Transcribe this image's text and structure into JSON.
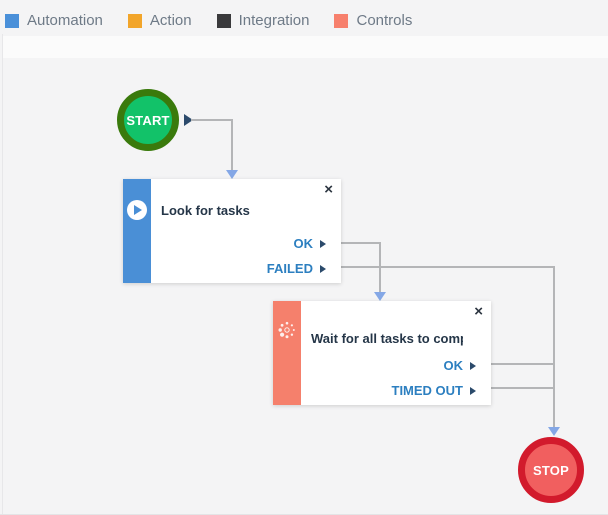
{
  "legend": {
    "items": [
      {
        "label": "Automation",
        "color": "#4a90d9"
      },
      {
        "label": "Action",
        "color": "#f2a52a"
      },
      {
        "label": "Integration",
        "color": "#3a3a3c"
      },
      {
        "label": "Controls",
        "color": "#f7806d"
      }
    ]
  },
  "flow": {
    "start": {
      "label": "START",
      "ring_color": "#3a7a0c",
      "fill_color": "#12c269"
    },
    "stop": {
      "label": "STOP",
      "ring_color": "#d21a2c",
      "fill_color": "#f15f5f"
    },
    "nodes": [
      {
        "title": "Look for tasks",
        "category": "Automation",
        "stripe_color": "#4a8fd6",
        "icon": "play-circle-icon",
        "close_label": "×",
        "outputs": [
          "OK",
          "FAILED"
        ]
      },
      {
        "title": "Wait for all tasks to compl...",
        "category": "Controls",
        "stripe_color": "#f5806c",
        "icon": "spinner-icon",
        "close_label": "×",
        "outputs": [
          "OK",
          "TIMED OUT"
        ]
      }
    ],
    "connector_color": "#b4b5b7",
    "arrowhead_color": "#84a7e6",
    "port_label_color": "#2c7fc0"
  }
}
